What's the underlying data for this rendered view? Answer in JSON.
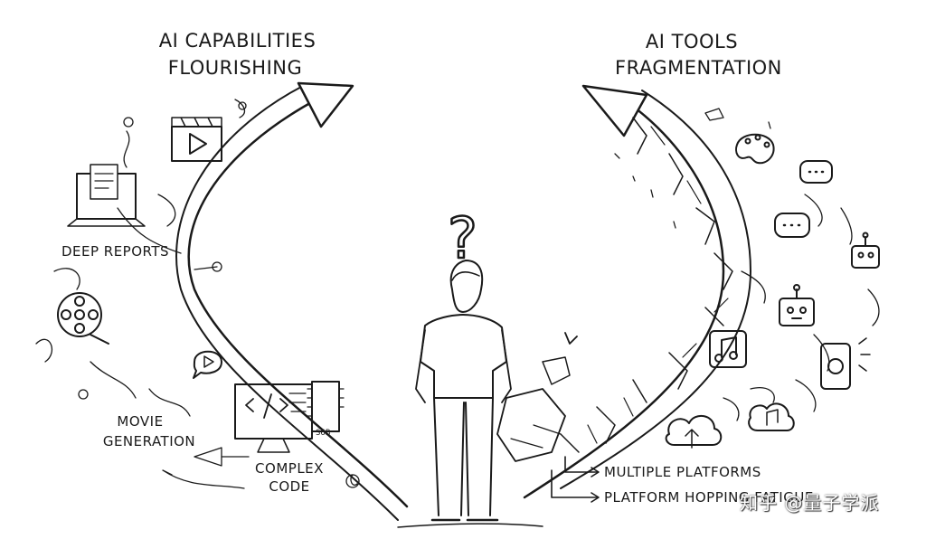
{
  "left": {
    "title_line1": "AI CAPABILITIES",
    "title_line2": "FLOURISHING",
    "deep_reports": "DEEP REPORTS",
    "movie_line1": "MOVIE",
    "movie_line2": "GENERATION",
    "code_line1": "COMPLEX",
    "code_line2": "CODE"
  },
  "right": {
    "title_line1": "AI TOOLS",
    "title_line2": "FRAGMENTATION",
    "multiple_platforms": "MULTIPLE PLATFORMS",
    "platform_hopping": "PLATFORM HOPPING FATIGUE"
  },
  "center": {
    "question_mark": "?"
  },
  "chip_text": "S6B",
  "watermark": "知乎 @量子学派",
  "icons": [
    "clapperboard-icon",
    "laptop-report-icon",
    "film-reel-icon",
    "play-bubble-icon",
    "code-monitor-icon",
    "chip-icon",
    "palette-icon",
    "chat-bubble-icon",
    "robot-icon",
    "music-note-icon",
    "phone-icon",
    "cloud-icon",
    "person-icon"
  ]
}
